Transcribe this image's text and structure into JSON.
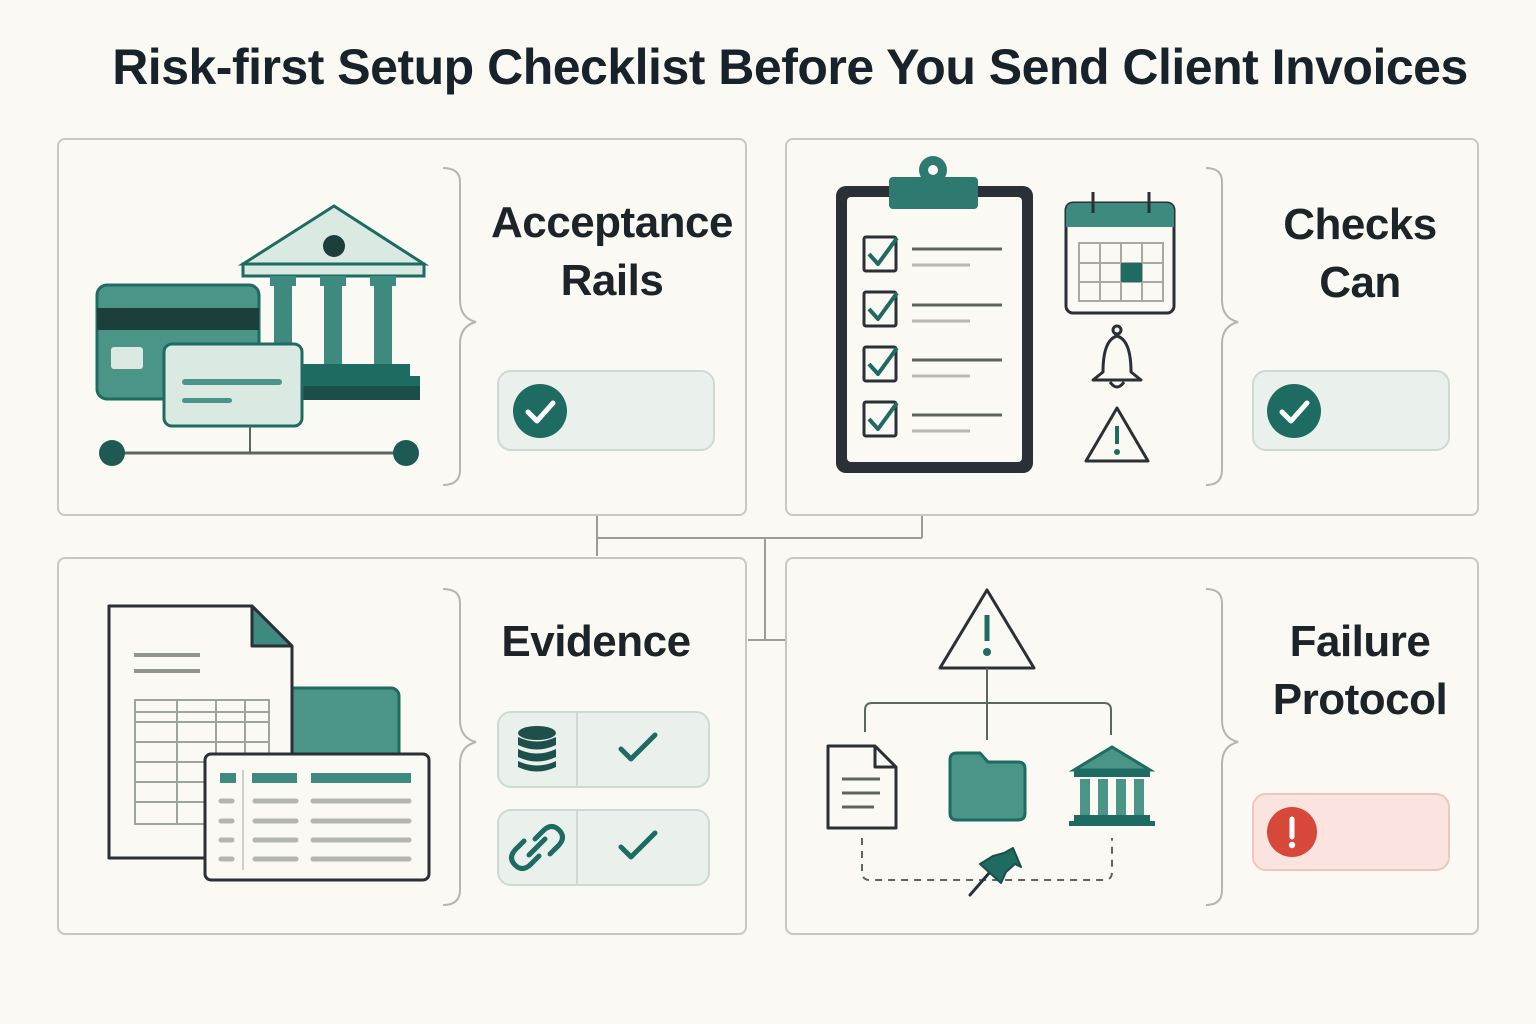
{
  "header": {
    "title": "Risk-first Setup Checklist Before You Send Client Invoices"
  },
  "panels": {
    "acceptance": {
      "line1": "Acceptance",
      "line2": "Rails",
      "status_icon": "check-icon"
    },
    "checks": {
      "line1": "Checks",
      "line2": "Can",
      "status_icon": "check-icon"
    },
    "evidence": {
      "line1": "Evidence",
      "rows": [
        {
          "icon": "database-icon",
          "status_icon": "check-icon"
        },
        {
          "icon": "link-icon",
          "status_icon": "check-icon"
        }
      ]
    },
    "failure": {
      "line1": "Failure",
      "line2": "Protocol",
      "status_icon": "exclamation-icon"
    }
  },
  "colors": {
    "teal_dark": "#1e6b62",
    "teal": "#4b9488",
    "teal_light": "#dbe9e3",
    "ink": "#1c2329",
    "alert_red": "#d7473a",
    "background": "#fbf9f3"
  }
}
